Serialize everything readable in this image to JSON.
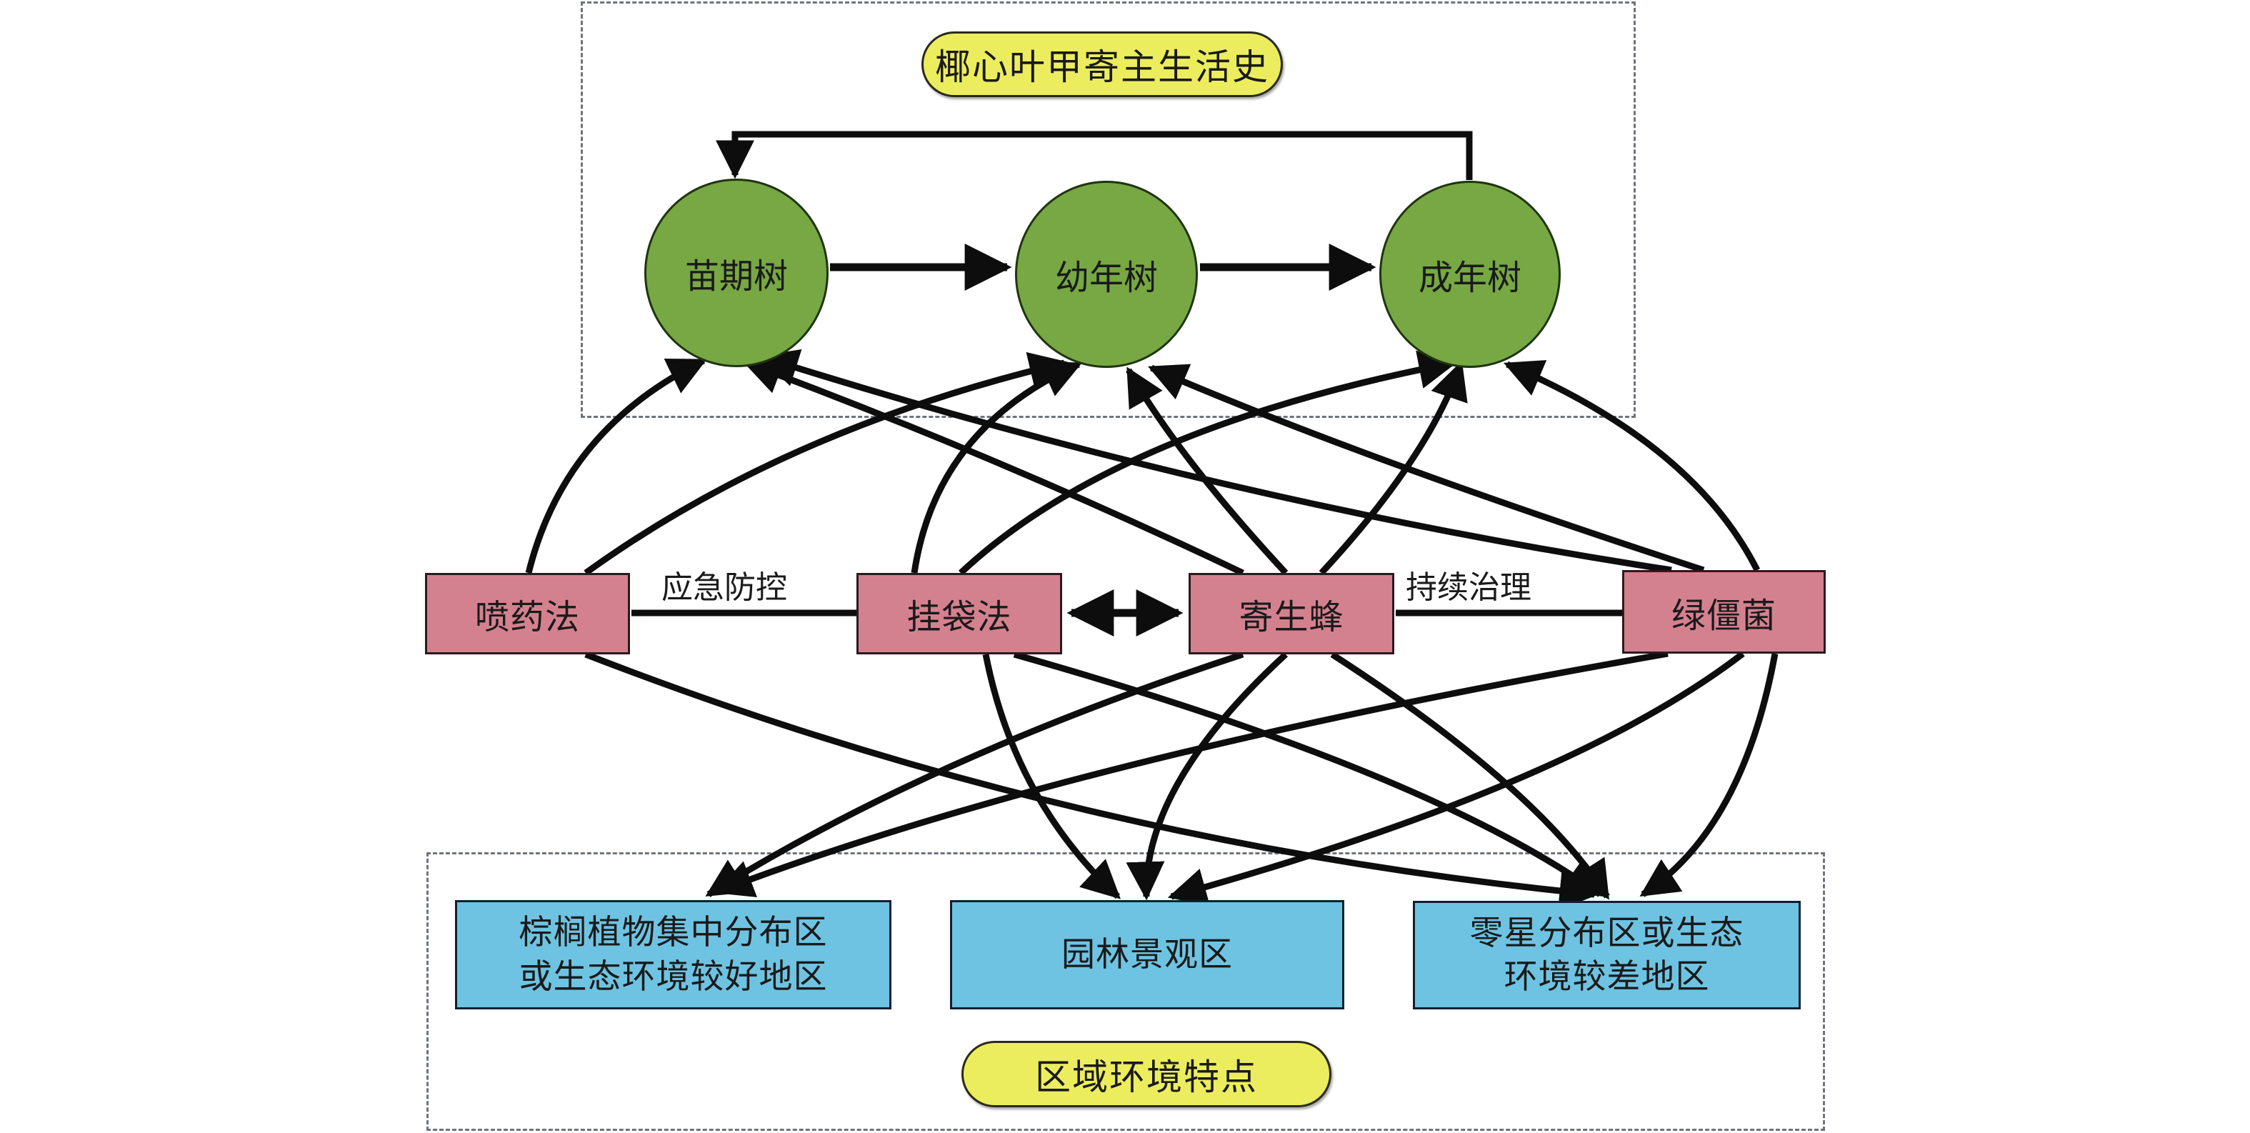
{
  "colors": {
    "host_node": "#77a843",
    "method_node": "#d4818f",
    "region_node": "#6ec3e2",
    "pill": "#eced5e",
    "edge": "#0d0d0d",
    "group_border": "#6f747a"
  },
  "host_group": {
    "title": "椰心叶甲寄主生活史",
    "nodes": [
      {
        "id": "seedling",
        "label": "苗期树"
      },
      {
        "id": "young",
        "label": "幼年树"
      },
      {
        "id": "adult",
        "label": "成年树"
      }
    ]
  },
  "methods": {
    "nodes": [
      {
        "id": "spray",
        "label": "喷药法"
      },
      {
        "id": "bag",
        "label": "挂袋法"
      },
      {
        "id": "wasp",
        "label": "寄生蜂"
      },
      {
        "id": "fungus",
        "label": "绿僵菌"
      }
    ],
    "edge_labels": {
      "spray_bag": "应急防控",
      "wasp_fungus": "持续治理"
    }
  },
  "region_group": {
    "title": "区域环境特点",
    "nodes": [
      {
        "id": "palm_area",
        "label_lines": [
          "棕榈植物集中分布区",
          "或生态环境较好地区"
        ]
      },
      {
        "id": "garden",
        "label_lines": [
          "园林景观区"
        ]
      },
      {
        "id": "sparse_area",
        "label_lines": [
          "零星分布区或生态",
          "环境较差地区"
        ]
      }
    ]
  },
  "edges": [
    {
      "from": "seedling",
      "to": "young",
      "type": "arrow"
    },
    {
      "from": "young",
      "to": "adult",
      "type": "arrow"
    },
    {
      "from": "adult",
      "to": "seedling",
      "type": "loop-arrow"
    },
    {
      "from": "spray",
      "to": "bag",
      "type": "line",
      "label_key": "spray_bag"
    },
    {
      "from": "bag",
      "to": "wasp",
      "type": "double-arrow"
    },
    {
      "from": "wasp",
      "to": "fungus",
      "type": "line",
      "label_key": "wasp_fungus"
    },
    {
      "from": "spray",
      "to": "seedling",
      "type": "arrow"
    },
    {
      "from": "spray",
      "to": "young",
      "type": "arrow"
    },
    {
      "from": "bag",
      "to": "young",
      "type": "arrow"
    },
    {
      "from": "bag",
      "to": "adult",
      "type": "arrow"
    },
    {
      "from": "wasp",
      "to": "seedling",
      "type": "arrow"
    },
    {
      "from": "wasp",
      "to": "young",
      "type": "arrow"
    },
    {
      "from": "wasp",
      "to": "adult",
      "type": "arrow"
    },
    {
      "from": "fungus",
      "to": "seedling",
      "type": "arrow"
    },
    {
      "from": "fungus",
      "to": "young",
      "type": "arrow"
    },
    {
      "from": "fungus",
      "to": "adult",
      "type": "arrow"
    },
    {
      "from": "spray",
      "to": "sparse_area",
      "type": "arrow"
    },
    {
      "from": "bag",
      "to": "garden",
      "type": "arrow"
    },
    {
      "from": "bag",
      "to": "sparse_area",
      "type": "arrow"
    },
    {
      "from": "wasp",
      "to": "palm_area",
      "type": "arrow"
    },
    {
      "from": "wasp",
      "to": "garden",
      "type": "arrow"
    },
    {
      "from": "wasp",
      "to": "sparse_area",
      "type": "arrow"
    },
    {
      "from": "fungus",
      "to": "palm_area",
      "type": "arrow"
    },
    {
      "from": "fungus",
      "to": "garden",
      "type": "arrow"
    },
    {
      "from": "fungus",
      "to": "sparse_area",
      "type": "arrow"
    }
  ]
}
